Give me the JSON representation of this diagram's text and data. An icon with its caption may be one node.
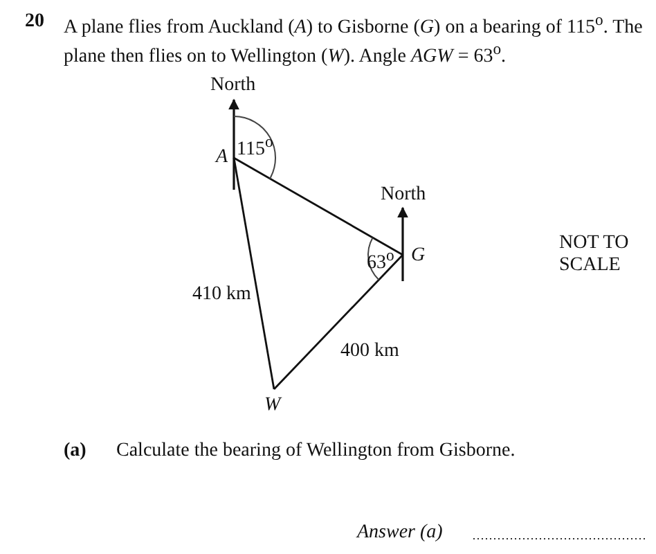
{
  "diagram": {
    "nodes": [
      {
        "text": [
          "A"
        ]
      },
      {
        "text": [
          "G"
        ]
      },
      {
        "text": [
          "W"
        ]
      }
    ],
    "edges": [
      {
        "from": 0,
        "to": 1,
        "arrow": "none"
      },
      {
        "from": 1,
        "to": 2,
        "arrow": "none",
        "label": "400 km"
      },
      {
        "from": 2,
        "to": 0,
        "arrow": "none",
        "label": "410 km"
      }
    ],
    "labels": [
      "20",
      "A plane flies from Auckland (*A*) to Gisborne (*G*) on a bearing of 115$^{o}$. The plane then flies on to Wellington (*W*). Angle *AGW* = 63$^{o}$.",
      "North",
      "115$^{o}$",
      "North",
      "63$^{o}$",
      "NOT TO SCALE",
      "(a)",
      "Calculate the bearing of Wellington from Gisborne.",
      "Answer (a)"
    ]
  }
}
